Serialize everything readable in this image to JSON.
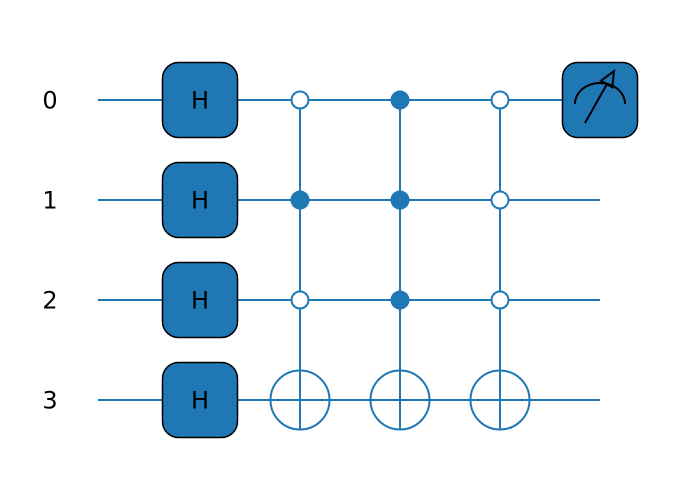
{
  "colors": {
    "accent": "#1f77b4",
    "ink": "#000000",
    "paper": "#ffffff"
  },
  "circuit": {
    "qubits": [
      {
        "label": "0",
        "gate": "H"
      },
      {
        "label": "1",
        "gate": "H"
      },
      {
        "label": "2",
        "gate": "H"
      },
      {
        "label": "3",
        "gate": "H"
      }
    ],
    "gate_columns": [
      {
        "nodes": [
          {
            "type": "open"
          },
          {
            "type": "filled"
          },
          {
            "type": "open"
          },
          {
            "type": "target"
          }
        ]
      },
      {
        "nodes": [
          {
            "type": "filled"
          },
          {
            "type": "filled"
          },
          {
            "type": "filled"
          },
          {
            "type": "target"
          }
        ]
      },
      {
        "nodes": [
          {
            "type": "open"
          },
          {
            "type": "open"
          },
          {
            "type": "open"
          },
          {
            "type": "target"
          }
        ]
      }
    ],
    "measurement": {
      "qubit": "0",
      "icon": "measurement-gauge-icon"
    }
  }
}
